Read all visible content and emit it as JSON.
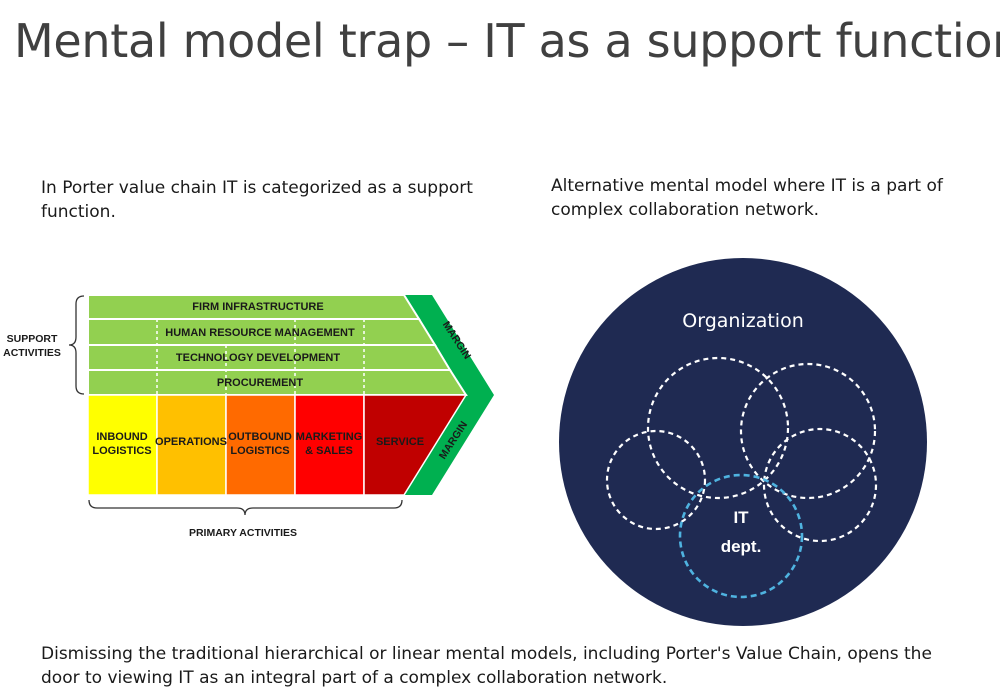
{
  "title": "Mental model trap – IT as a support function",
  "caption_left": "In Porter value chain IT is categorized as a support function.",
  "caption_right": "Alternative mental model where IT is a part of complex collaboration network.",
  "footer": "Dismissing the traditional hierarchical or linear mental models, including Porter's Value Chain, opens the door to viewing IT as an integral part of a complex collaboration network.",
  "value_chain": {
    "support_label_line1": "SUPPORT",
    "support_label_line2": "ACTIVITIES",
    "support_rows": [
      "FIRM INFRASTRUCTURE",
      "HUMAN RESOURCE MANAGEMENT",
      "TECHNOLOGY DEVELOPMENT",
      "PROCUREMENT"
    ],
    "primary": [
      {
        "line1": "INBOUND",
        "line2": "LOGISTICS",
        "color": "#ffff00"
      },
      {
        "line1": "OPERATIONS",
        "line2": "",
        "color": "#ffc000"
      },
      {
        "line1": "OUTBOUND",
        "line2": "LOGISTICS",
        "color": "#ff6a00"
      },
      {
        "line1": "MARKETING",
        "line2": "& SALES",
        "color": "#ff0000"
      },
      {
        "line1": "SERVICE",
        "line2": "",
        "color": "#c00000"
      }
    ],
    "primary_label": "PRIMARY ACTIVITIES",
    "margin_label": "MARGIN",
    "support_color": "#92d050",
    "margin_color": "#00b050"
  },
  "network": {
    "organization_label": "Organization",
    "it_line1": "IT",
    "it_line2": "dept.",
    "circle_color": "#1f2a52",
    "it_ring_color": "#4fb3e0"
  }
}
